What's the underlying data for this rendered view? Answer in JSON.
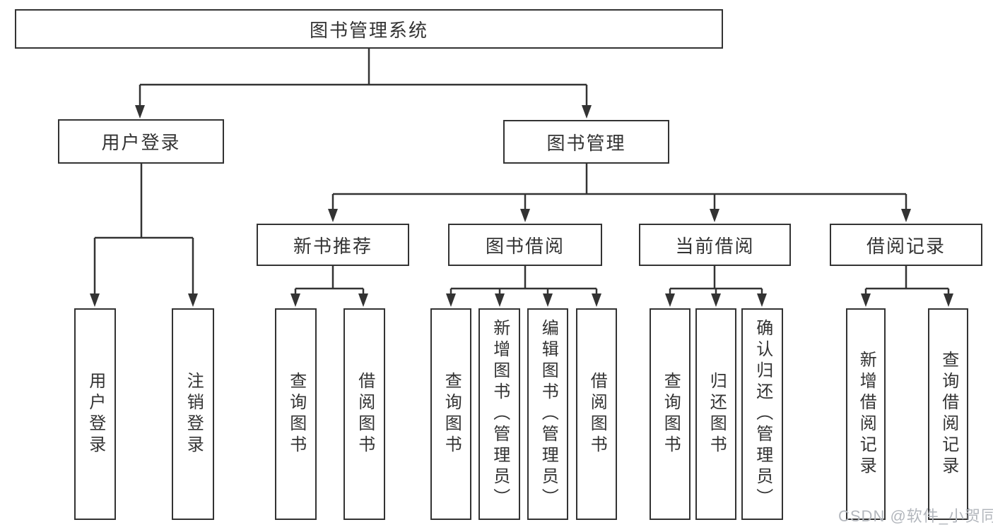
{
  "tree": {
    "root": {
      "label": "图书管理系统"
    },
    "branches": [
      {
        "label": "用户登录",
        "children": [
          {
            "label": "用户登录"
          },
          {
            "label": "注销登录"
          }
        ]
      },
      {
        "label": "图书管理",
        "children": [
          {
            "label": "新书推荐",
            "children": [
              {
                "label": "查询图书"
              },
              {
                "label": "借阅图书"
              }
            ]
          },
          {
            "label": "图书借阅",
            "children": [
              {
                "label": "查询图书"
              },
              {
                "label": "新增图书（管理员）"
              },
              {
                "label": "编辑图书（管理员）"
              },
              {
                "label": "借阅图书"
              }
            ]
          },
          {
            "label": "当前借阅",
            "children": [
              {
                "label": "查询图书"
              },
              {
                "label": "归还图书"
              },
              {
                "label": "确认归还（管理员）"
              }
            ]
          },
          {
            "label": "借阅记录",
            "children": [
              {
                "label": "新增借阅记录"
              },
              {
                "label": "查询借阅记录"
              }
            ]
          }
        ]
      }
    ]
  },
  "watermark": {
    "text": "CSDN @软件_小贺同学"
  },
  "colors": {
    "line": "#333333",
    "text": "#333333",
    "box_background": "#ffffff",
    "page_background": "#ffffff",
    "watermark": "#b3b7bd"
  }
}
